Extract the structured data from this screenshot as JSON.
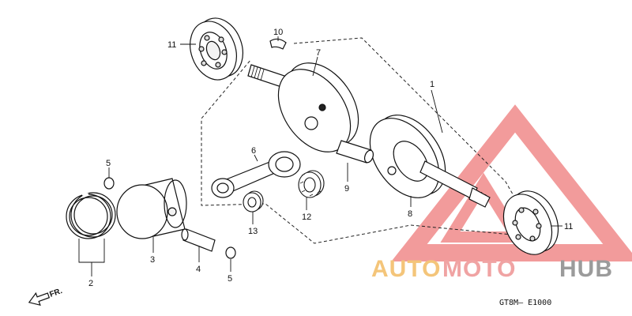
{
  "diagram": {
    "callouts": {
      "c1": "1",
      "c2": "2",
      "c3": "3",
      "c4": "4",
      "c5a": "5",
      "c5b": "5",
      "c6": "6",
      "c7": "7",
      "c8": "8",
      "c9": "9",
      "c10": "10",
      "c11a": "11",
      "c11b": "11",
      "c12": "12",
      "c13": "13"
    },
    "front_marker": "FR.",
    "drawing_code": "GT8M— E1000"
  },
  "watermark": {
    "word_auto": "AUTO",
    "word_moto": "MOTO",
    "word_hub": "HUB",
    "colors": {
      "auto": "#f4c57a",
      "moto": "#f0a3a3",
      "hub": "#9b9b9b",
      "triangle": "#f08a8a"
    }
  }
}
